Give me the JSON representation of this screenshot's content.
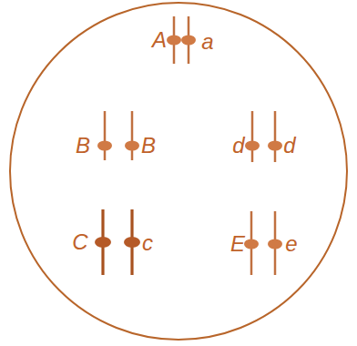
{
  "diagram": {
    "labels": [
      "A",
      "a",
      "B",
      "B",
      "d",
      "d",
      "C",
      "c",
      "E",
      "e"
    ]
  }
}
